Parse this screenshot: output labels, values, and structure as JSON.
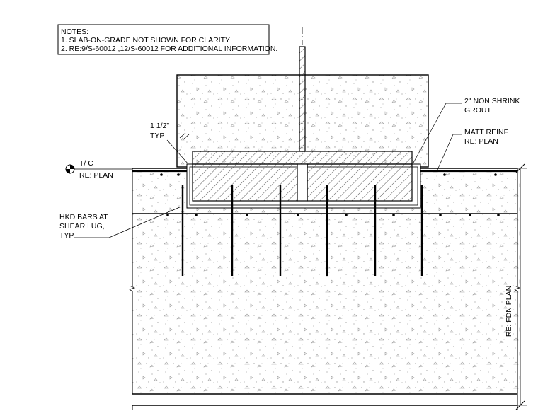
{
  "notes": {
    "heading": "NOTES:",
    "items": [
      "1. SLAB-ON-GRADE NOT SHOWN FOR CLARITY",
      "2. RE:9/S-60012 ,12/S-60012 FOR ADDITIONAL INFORMATION."
    ]
  },
  "callouts": {
    "dimension": {
      "value": "1 1/2\"",
      "suffix": "TYP"
    },
    "grout": {
      "line1": "2\" NON SHRINK",
      "line2": "GROUT"
    },
    "mat_reinf": {
      "line1": "MATT REINF",
      "line2": "RE: PLAN"
    },
    "top_of_concrete": {
      "line1": "T/ C",
      "line2": "RE: PLAN"
    },
    "hooked_bars": {
      "line1": "HKD BARS AT",
      "line2": "SHEAR LUG,",
      "line3": "TYP"
    },
    "foundation": "RE: FDN PLAN"
  },
  "colors": {
    "line": "#000000",
    "hatch": "#555555",
    "background": "#ffffff"
  }
}
